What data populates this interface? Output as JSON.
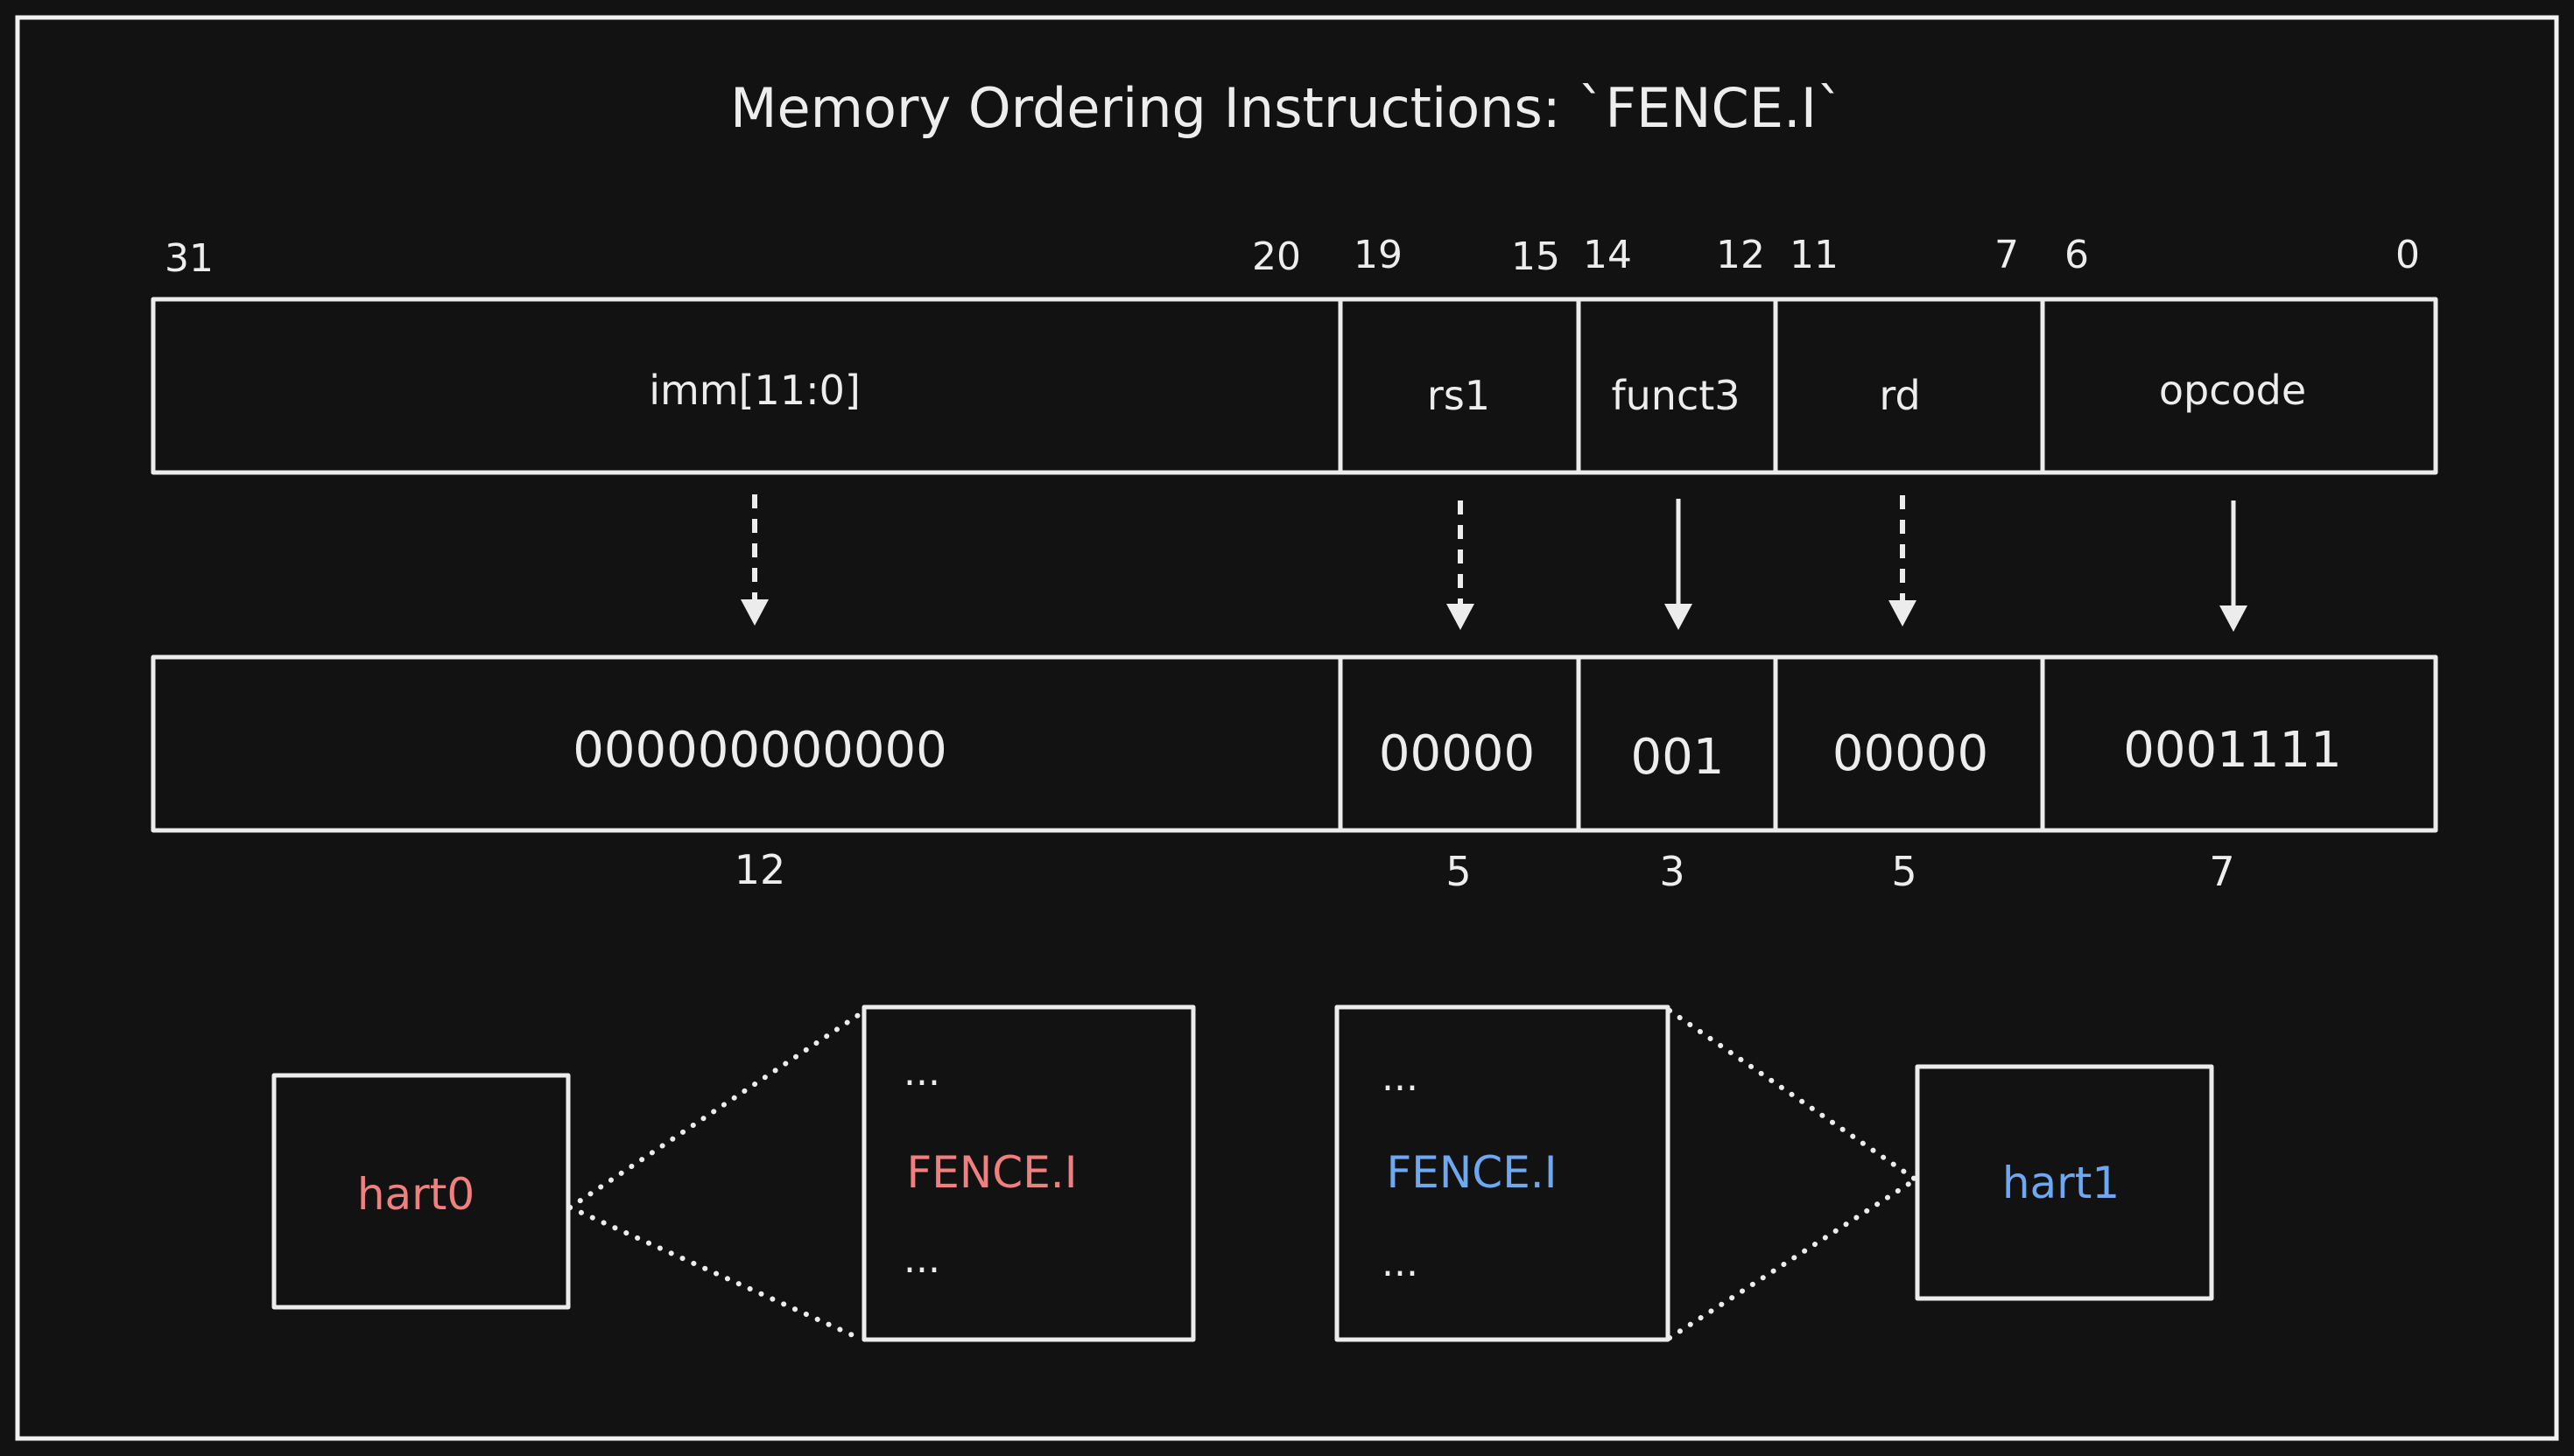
{
  "title": "Memory Ordering Instructions: `FENCE.I`",
  "bit_positions": {
    "b31": "31",
    "b20": "20",
    "b19": "19",
    "b15": "15",
    "b14": "14",
    "b12": "12",
    "b11": "11",
    "b7": "7",
    "b6": "6",
    "b0": "0"
  },
  "fields": [
    {
      "name": "imm[11:0]",
      "value": "000000000000",
      "width": "12"
    },
    {
      "name": "rs1",
      "value": "00000",
      "width": "5"
    },
    {
      "name": "funct3",
      "value": "001",
      "width": "3"
    },
    {
      "name": "rd",
      "value": "00000",
      "width": "5"
    },
    {
      "name": "opcode",
      "value": "0001111",
      "width": "7"
    }
  ],
  "harts": {
    "hart0": {
      "label": "hart0",
      "color": "#f08080"
    },
    "hart1": {
      "label": "hart1",
      "color": "#6ea8f0"
    }
  },
  "code_boxes": {
    "left": {
      "top": "...",
      "instr": "FENCE.I",
      "bottom": "..."
    },
    "right": {
      "top": "...",
      "instr": "FENCE.I",
      "bottom": "..."
    }
  }
}
